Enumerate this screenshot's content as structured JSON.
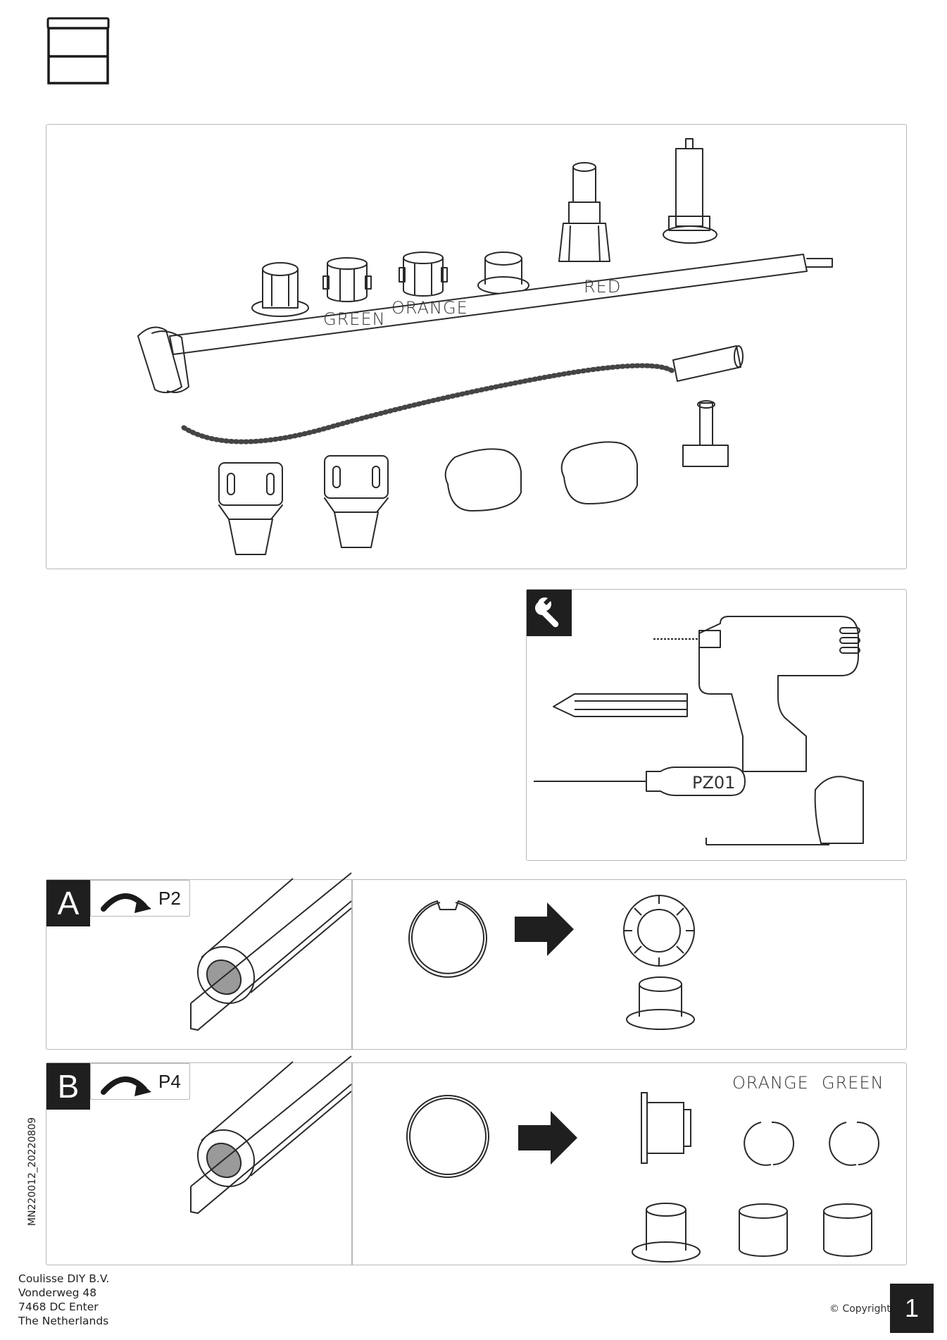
{
  "parts_panel": {
    "labels": {
      "green": "GREEN",
      "orange": "ORANGE",
      "red": "RED"
    }
  },
  "tools_panel": {
    "tool_icon": "wrench-icon",
    "screwdriver_label": "PZ01",
    "tools": [
      "drill-icon",
      "pencil-icon",
      "screwdriver-icon",
      "tape-measure-icon"
    ]
  },
  "step_a": {
    "letter": "A",
    "ref": "P2",
    "arrow_icon": "curved-arrow-icon"
  },
  "step_b": {
    "letter": "B",
    "ref": "P4",
    "arrow_icon": "curved-arrow-icon",
    "labels": {
      "orange": "ORANGE",
      "green": "GREEN"
    }
  },
  "footer": {
    "doc_number": "MN220012_20220809",
    "address": [
      "Coulisse DIY B.V.",
      "Vonderweg 48",
      "7468 DC Enter",
      "The Netherlands"
    ],
    "copyright": "© Copyright",
    "page_number": "1"
  },
  "colors": {
    "dark": "#1f1f1f",
    "panel_border": "#b8b8b8",
    "line": "#2a2a2a",
    "fill_gray": "#9a9a9a"
  }
}
